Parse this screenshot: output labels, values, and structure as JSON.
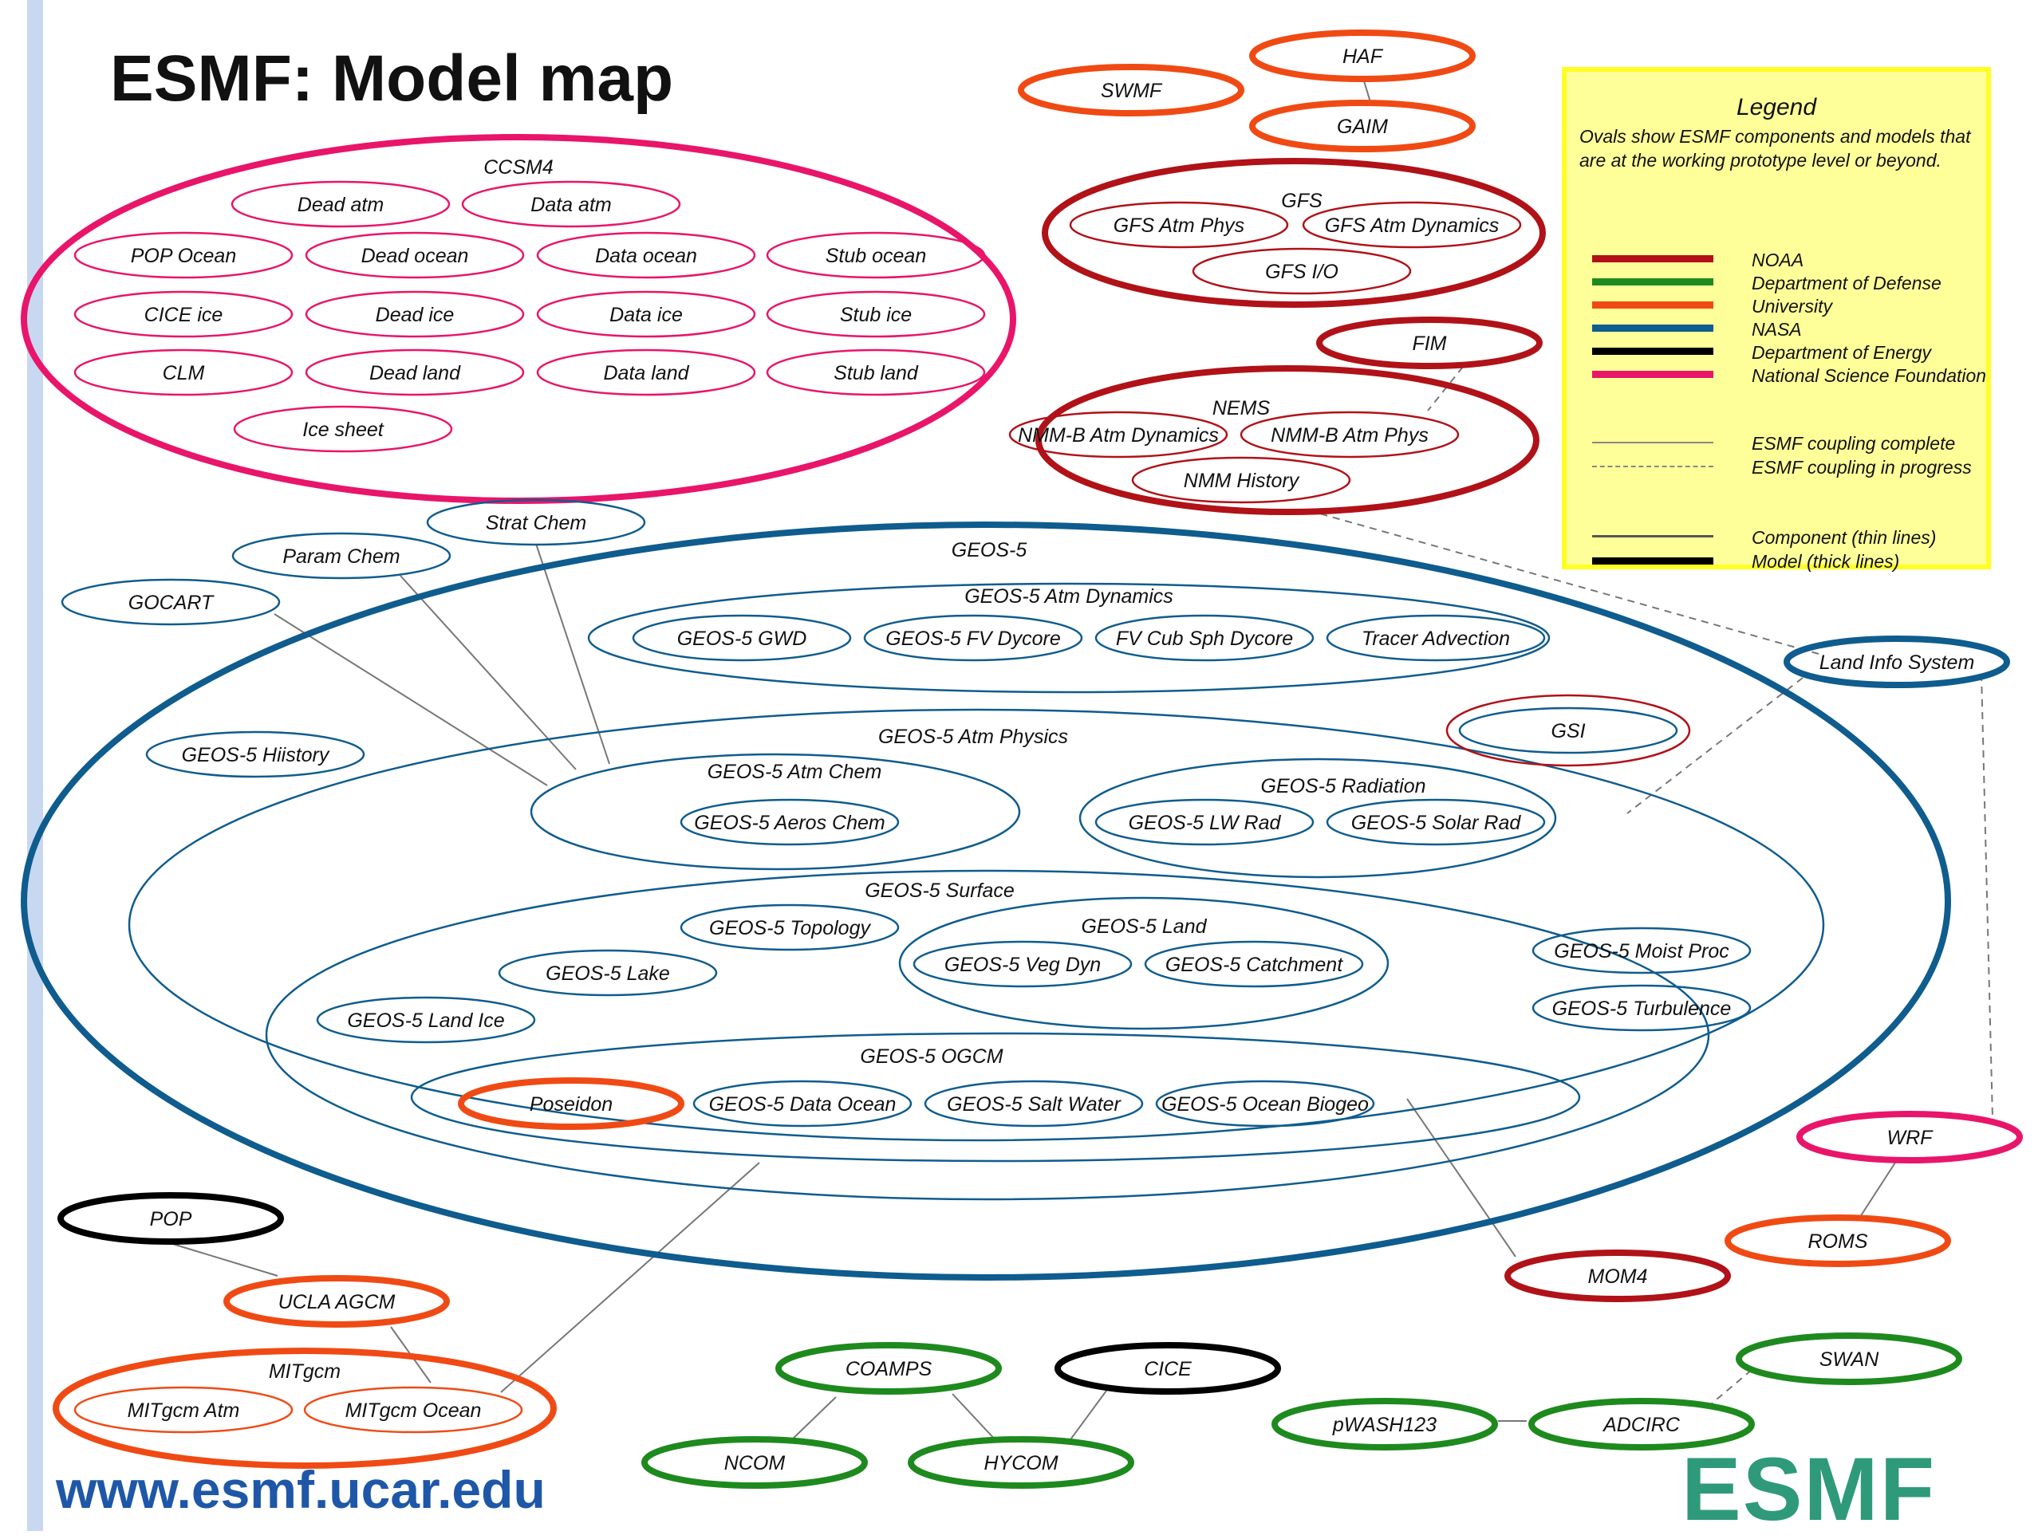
{
  "title": "ESMF: Model map",
  "url": "www.esmf.ucar.edu",
  "logo_text": "ESMF",
  "colors": {
    "noaa": "#b01218",
    "dod": "#1e8a1e",
    "university": "#f04a14",
    "nasa": "#0f5c8e",
    "doe": "#000000",
    "nsf": "#e8156a"
  },
  "legend": {
    "title": "Legend",
    "description": "Ovals show ESMF components and models that are at the working prototype level or beyond.",
    "agencies": [
      "NOAA",
      "Department of Defense",
      "University",
      "NASA",
      "Department of Energy",
      "National Science Foundation"
    ],
    "coupling": [
      "ESMF coupling complete",
      "ESMF coupling in progress"
    ],
    "lines": [
      "Component (thin lines)",
      "Model (thick lines)"
    ]
  },
  "diagram": {
    "ccsm4": {
      "label": "CCSM4",
      "components": [
        "Dead atm",
        "Data atm",
        "POP Ocean",
        "Dead ocean",
        "Data ocean",
        "Stub ocean",
        "CICE ice",
        "Dead ice",
        "Data ice",
        "Stub ice",
        "CLM",
        "Dead land",
        "Data land",
        "Stub land",
        "Ice sheet"
      ]
    },
    "top_models": [
      "HAF",
      "SWMF",
      "GAIM",
      "FIM"
    ],
    "gfs": {
      "label": "GFS",
      "components": [
        "GFS Atm Phys",
        "GFS Atm Dynamics",
        "GFS I/O"
      ]
    },
    "nems": {
      "label": "NEMS",
      "components": [
        "NMM-B Atm Dynamics",
        "NMM-B Atm Phys",
        "NMM History"
      ]
    },
    "geos5": {
      "label": "GEOS-5",
      "outside_components": [
        "Strat Chem",
        "Param Chem",
        "GOCART"
      ],
      "history": "GEOS-5 Hiistory",
      "atm_dynamics": {
        "label": "GEOS-5 Atm Dynamics",
        "components": [
          "GEOS-5 GWD",
          "GEOS-5 FV Dycore",
          "FV Cub Sph Dycore",
          "Tracer Advection"
        ]
      },
      "atm_physics": {
        "label": "GEOS-5 Atm Physics"
      },
      "atm_chem": {
        "label": "GEOS-5 Atm Chem",
        "components": [
          "GEOS-5 Aeros Chem"
        ]
      },
      "radiation": {
        "label": "GEOS-5 Radiation",
        "components": [
          "GEOS-5 LW Rad",
          "GEOS-5 Solar Rad"
        ]
      },
      "gsi": "GSI",
      "surface": {
        "label": "GEOS-5 Surface",
        "components": [
          "GEOS-5 Topology",
          "GEOS-5 Lake",
          "GEOS-5 Land Ice"
        ]
      },
      "land": {
        "label": "GEOS-5 Land",
        "components": [
          "GEOS-5 Veg Dyn",
          "GEOS-5 Catchment"
        ]
      },
      "moist": "GEOS-5 Moist Proc",
      "turbulence": "GEOS-5 Turbulence",
      "ogcm": {
        "label": "GEOS-5 OGCM",
        "components": [
          "Poseidon",
          "GEOS-5 Data Ocean",
          "GEOS-5 Salt Water",
          "GEOS-5 Ocean Biogeo"
        ]
      }
    },
    "lis": "Land Info System",
    "wrf": "WRF",
    "roms": "ROMS",
    "mom4": "MOM4",
    "pop": "POP",
    "ucla": "UCLA AGCM",
    "mitgcm": {
      "label": "MITgcm",
      "components": [
        "MITgcm Atm",
        "MITgcm Ocean"
      ]
    },
    "bottom_models": [
      "COAMPS",
      "CICE",
      "NCOM",
      "HYCOM",
      "SWAN",
      "pWASH123",
      "ADCIRC"
    ]
  }
}
